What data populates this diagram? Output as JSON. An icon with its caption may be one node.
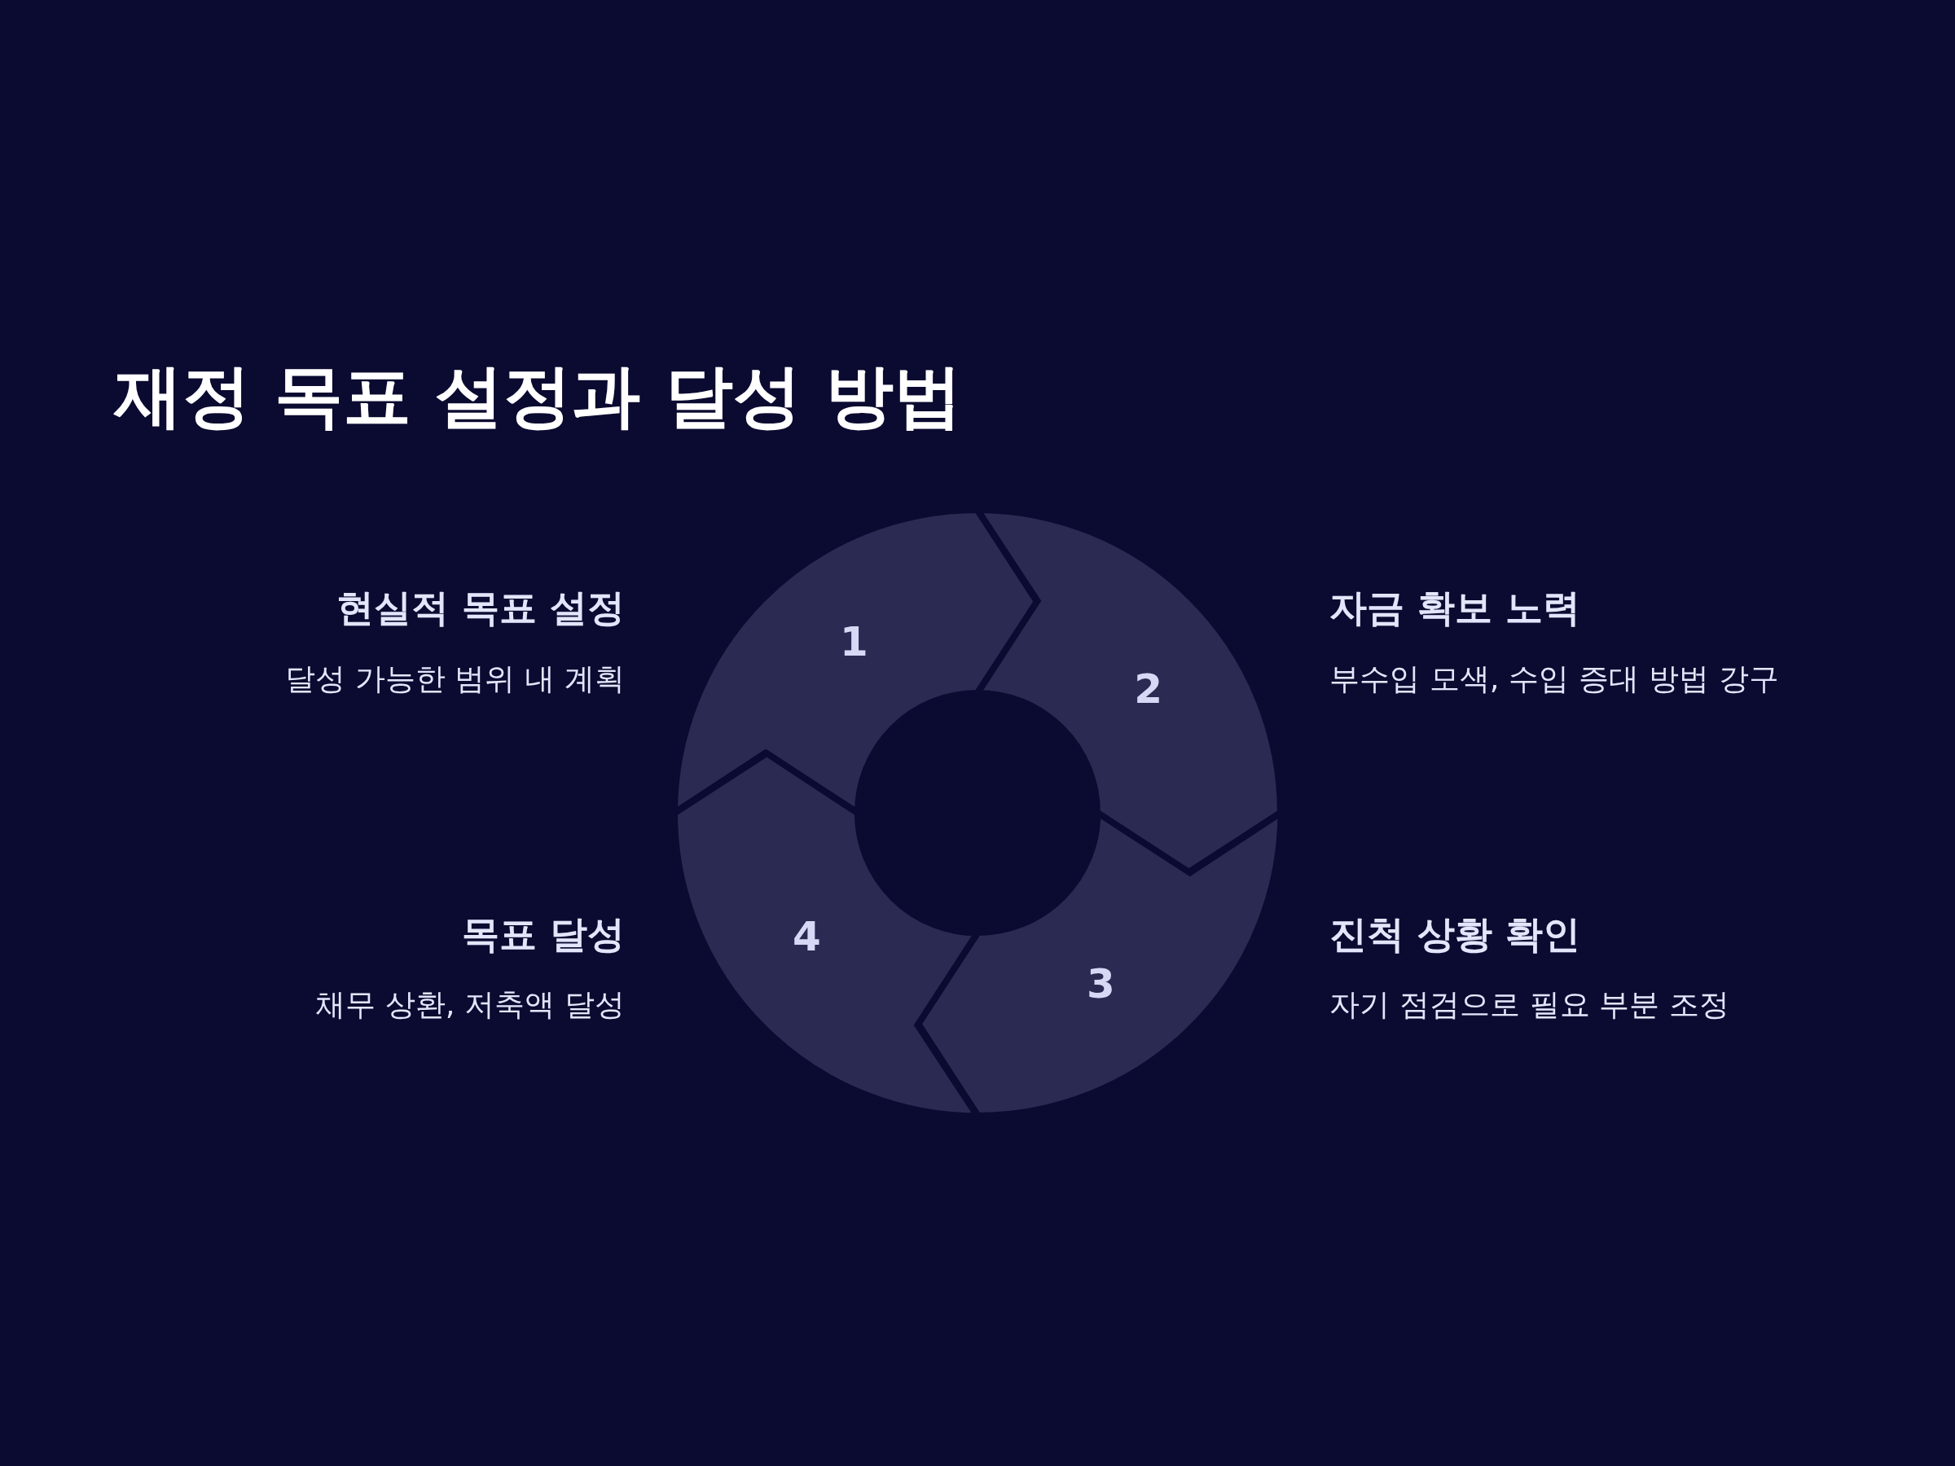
{
  "diagram": {
    "title": "재정 목표 설정과 달성 방법",
    "nodes": [
      {
        "text": [
          "1"
        ],
        "beside": [
          "현실적 목표 설정",
          "달성 가능한 범위 내 계획"
        ]
      },
      {
        "text": [
          "2"
        ],
        "beside": [
          "자금 확보 노력",
          "부수입 모색, 수입 증대 방법 강구"
        ]
      },
      {
        "text": [
          "3"
        ],
        "beside": [
          "진척 상황 확인",
          "자기 점검으로 필요 부분 조정"
        ]
      },
      {
        "text": [
          "4"
        ],
        "beside": [
          "목표 달성",
          "채무 상환, 저축액 달성"
        ]
      }
    ]
  }
}
